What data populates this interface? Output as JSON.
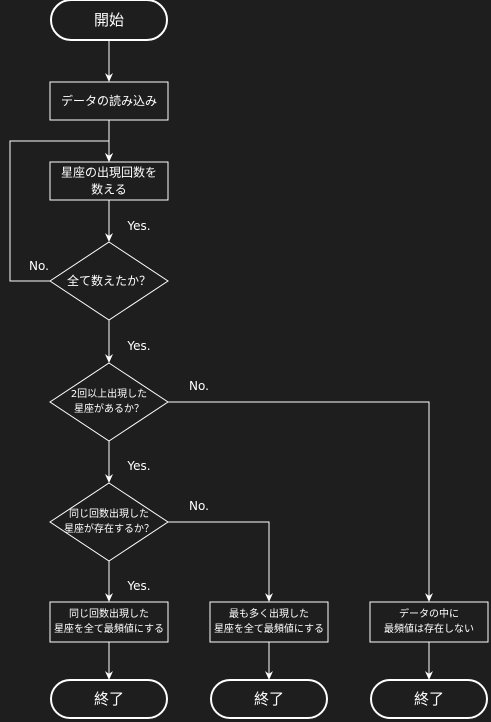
{
  "diagram": {
    "colors": {
      "background": "#1e1e1e",
      "stroke": "#ffffff",
      "text": "#ffffff"
    },
    "nodes": {
      "start": {
        "shape": "terminal",
        "lines": [
          "開始"
        ]
      },
      "load": {
        "shape": "process",
        "lines": [
          "データの読み込み"
        ]
      },
      "count": {
        "shape": "process",
        "lines": [
          "星座の出現回数を",
          "数える"
        ]
      },
      "all_counted": {
        "shape": "decision",
        "lines": [
          "全て数えたか？"
        ]
      },
      "twice": {
        "shape": "decision",
        "lines": [
          "2回以上出現した",
          "星座があるか？"
        ]
      },
      "same": {
        "shape": "decision",
        "lines": [
          "同じ回数出現した",
          "星座が存在するか？"
        ]
      },
      "mode_same": {
        "shape": "process",
        "lines": [
          "同じ回数出現した",
          "星座を全て最頻値にする"
        ]
      },
      "mode_most": {
        "shape": "process",
        "lines": [
          "最も多く出現した",
          "星座を全て最頻値にする"
        ]
      },
      "mode_none": {
        "shape": "process",
        "lines": [
          "データの中に",
          "最頻値は存在しない"
        ]
      },
      "end1": {
        "shape": "terminal",
        "lines": [
          "終了"
        ]
      },
      "end2": {
        "shape": "terminal",
        "lines": [
          "終了"
        ]
      },
      "end3": {
        "shape": "terminal",
        "lines": [
          "終了"
        ]
      }
    },
    "edge_labels": {
      "count_yes": "Yes.",
      "loop_no": "No.",
      "all_yes": "Yes.",
      "twice_no": "No.",
      "twice_yes": "Yes.",
      "same_no": "No.",
      "same_yes": "Yes."
    }
  }
}
